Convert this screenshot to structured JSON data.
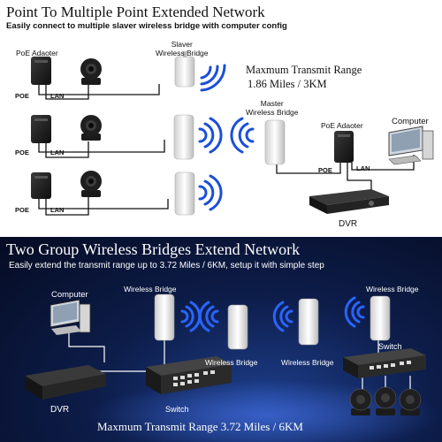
{
  "top": {
    "title": "Point To Multiple Point Extended Network",
    "subtitle": "Easily connect to multiple slaver wireless bridge with computer config",
    "poe_adapter_label_left": "PoE Adaoter",
    "slaver_bridge_label": "Slaver\nWireless Bridge",
    "range_line1": "Maxmum Transmit Range",
    "range_line2": "1.86 Miles / 3KM",
    "master_bridge_label": "Master\nWireless Bridge",
    "poe_adapter_label_right": "PoE Adaoter",
    "computer_label": "Computer",
    "dvr_label": "DVR",
    "port_poe": "POE",
    "port_lan": "LAN"
  },
  "bottom": {
    "title": "Two Group Wireless Bridges Extend Network",
    "subtitle": "Easily extend the transmit range up to 3.72 Miles / 6KM,  setup it with simple step",
    "computer_label": "Computer",
    "bridge_label": "Wireless Bridge",
    "switch_label": "Switch",
    "dvr_label": "DVR",
    "range": "Maxmum Transmit Range 3.72 Miles / 6KM"
  },
  "colors": {
    "bottom_bg": "#0d1d4a",
    "device_dark": "#1e1e1e",
    "bridge_white": "#f2f2f2",
    "wifi_blue": "#1a4fd8"
  }
}
